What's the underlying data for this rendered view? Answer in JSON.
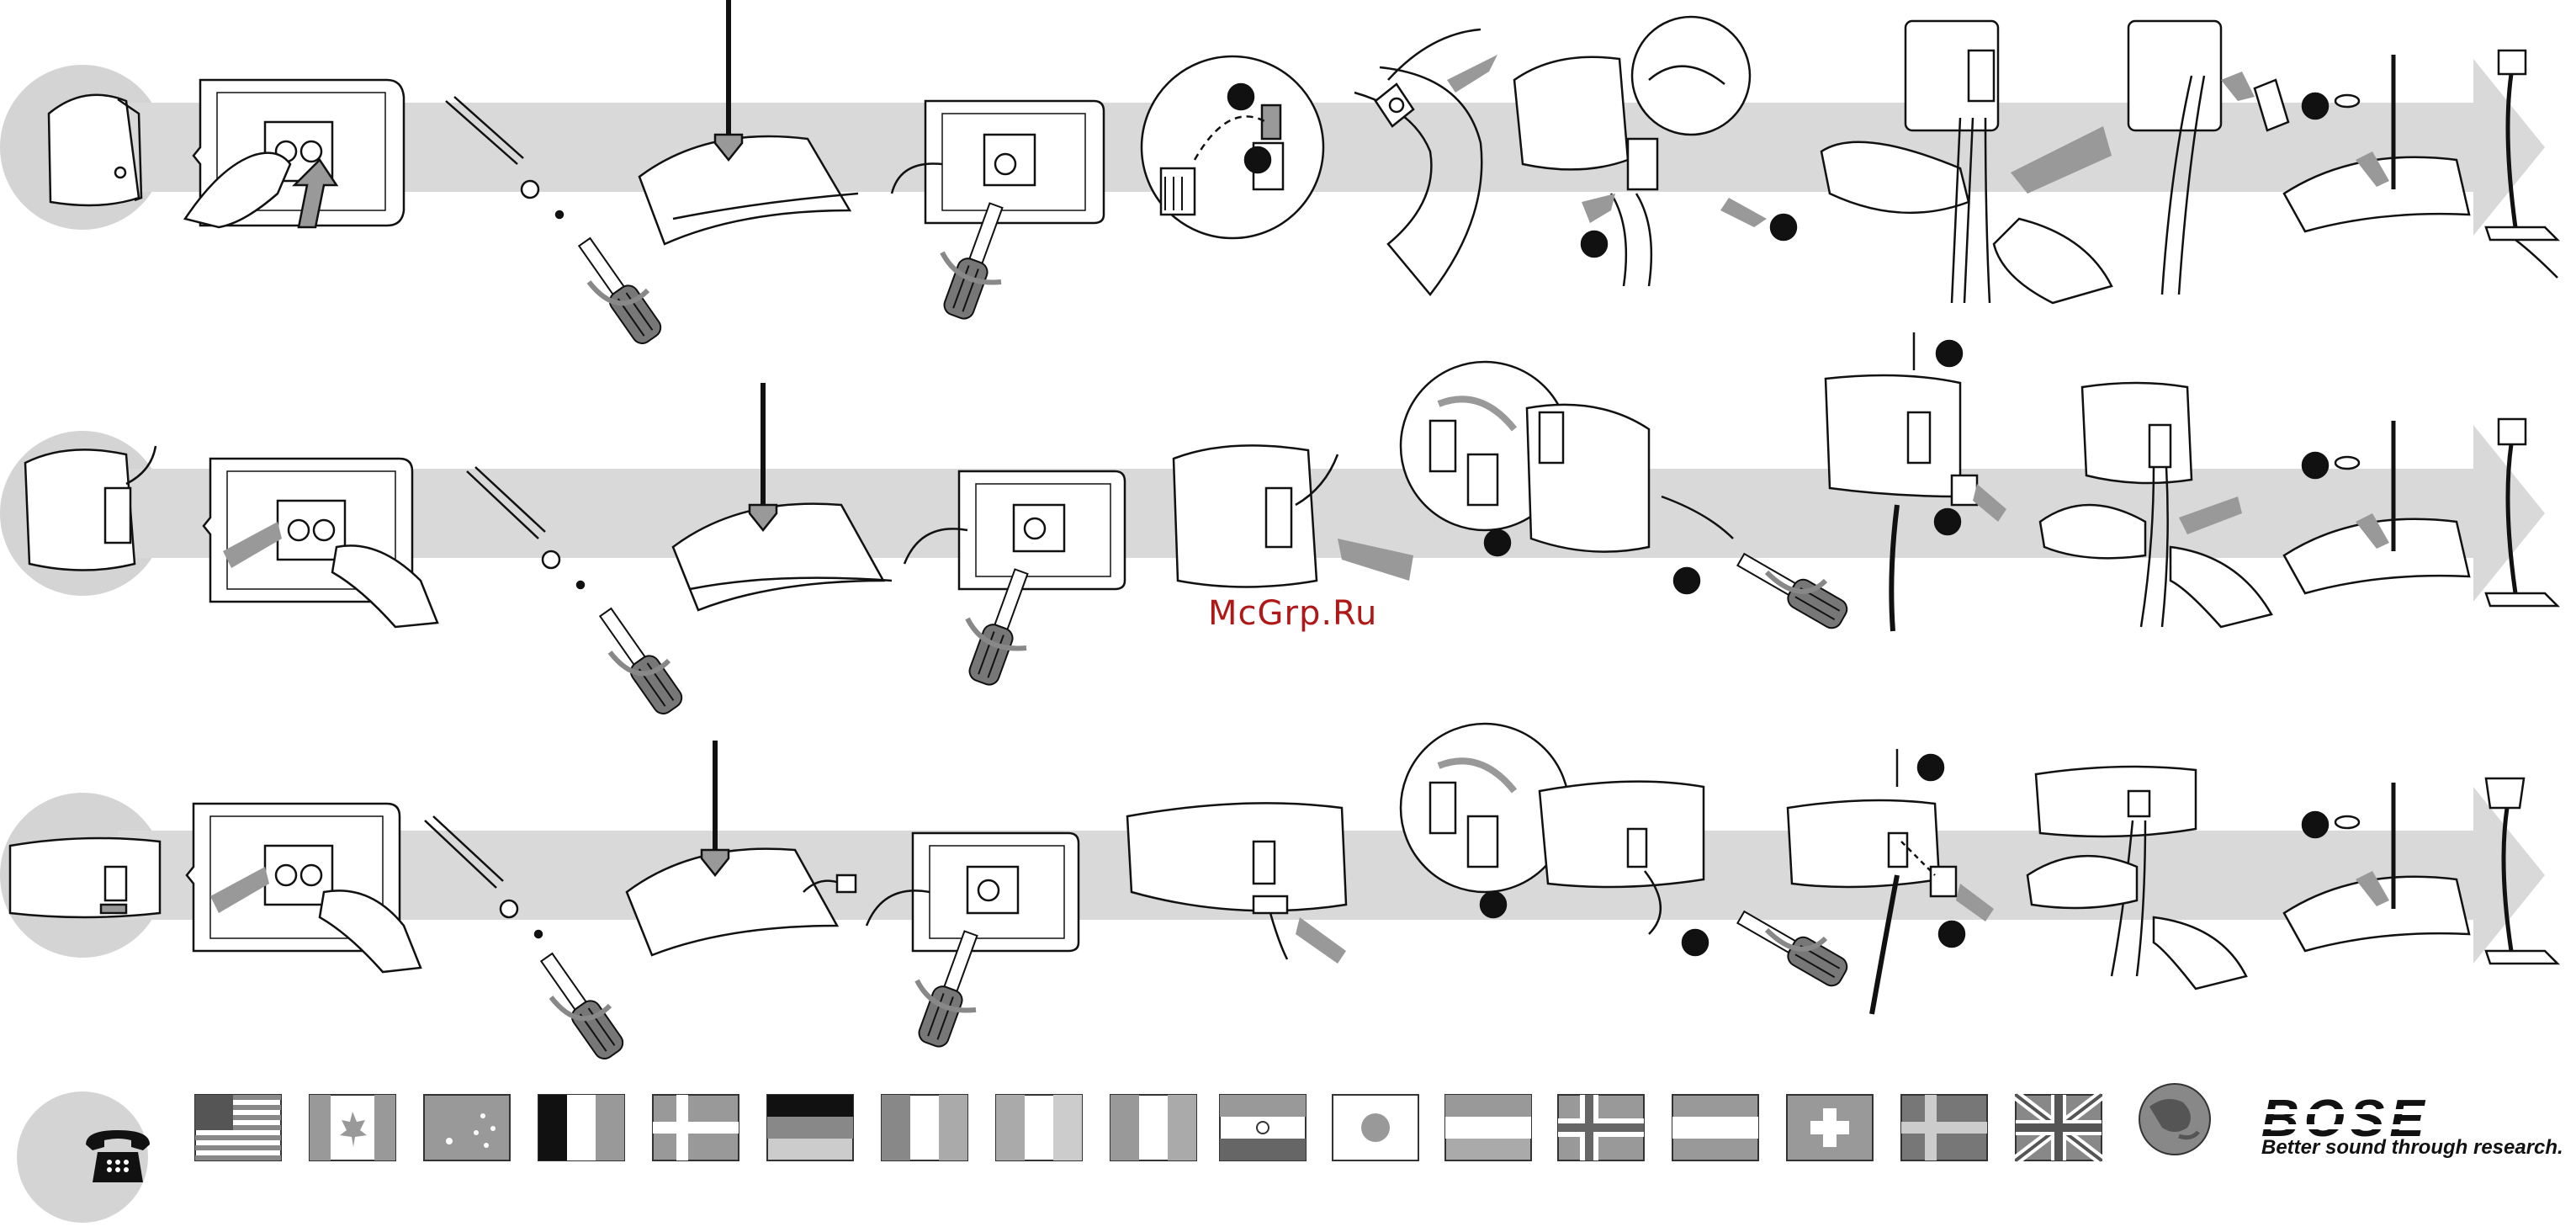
{
  "watermark": "McGrp.Ru",
  "brand": {
    "logo_text": "BOSE",
    "tagline": "Better sound through research."
  },
  "rows": [
    {
      "product": "cube-speaker",
      "steps": 16
    },
    {
      "product": "double-cube-speaker",
      "steps": 13
    },
    {
      "product": "center-speaker",
      "steps": 13
    }
  ],
  "footer": {
    "phone_icon": "telephone-icon",
    "flags": [
      "us",
      "canada",
      "australia",
      "belgium",
      "denmark",
      "germany",
      "france",
      "ireland",
      "italy",
      "india",
      "japan",
      "netherlands",
      "norway",
      "austria",
      "switzerland",
      "sweden",
      "uk"
    ],
    "globe_icon": "globe-icon"
  },
  "colors": {
    "band": "#d9d9d9",
    "ink": "#111111",
    "watermark": "#b01818",
    "circle": "#d4d4d4"
  }
}
